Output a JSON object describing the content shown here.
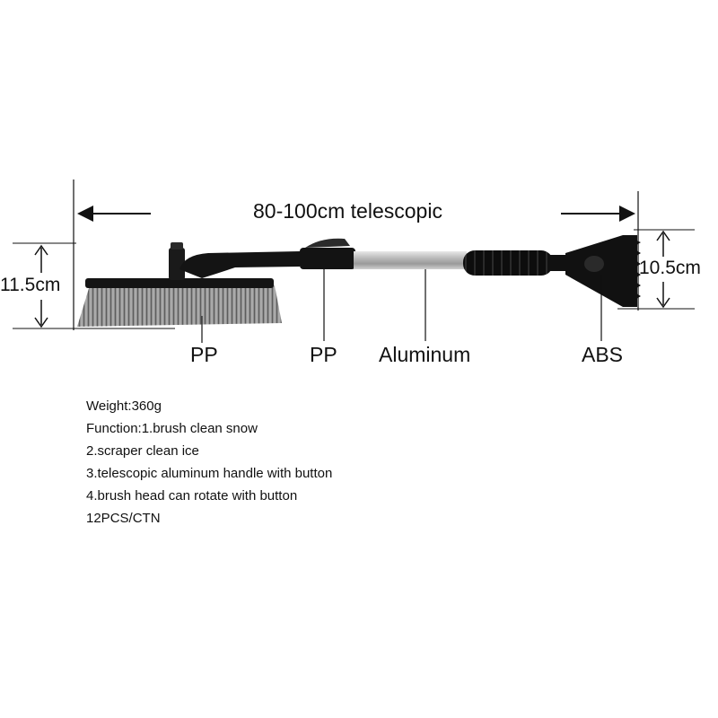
{
  "dimensions": {
    "length": "80-100cm telescopic",
    "brush_height": "11.5cm",
    "scraper_height": "10.5cm"
  },
  "materials": {
    "brush_head": "PP",
    "button_joint": "PP",
    "handle": "Aluminum",
    "scraper": "ABS"
  },
  "specs": [
    "Weight:360g",
    "Function:1.brush clean snow",
    "2.scraper clean ice",
    "3.telescopic aluminum handle with button",
    "4.brush head can rotate with button",
    "12PCS/CTN"
  ],
  "colors": {
    "background": "#ffffff",
    "tool_body": "#111111",
    "aluminum": "#c8c8c8",
    "bristles": "#8a8a8a"
  }
}
